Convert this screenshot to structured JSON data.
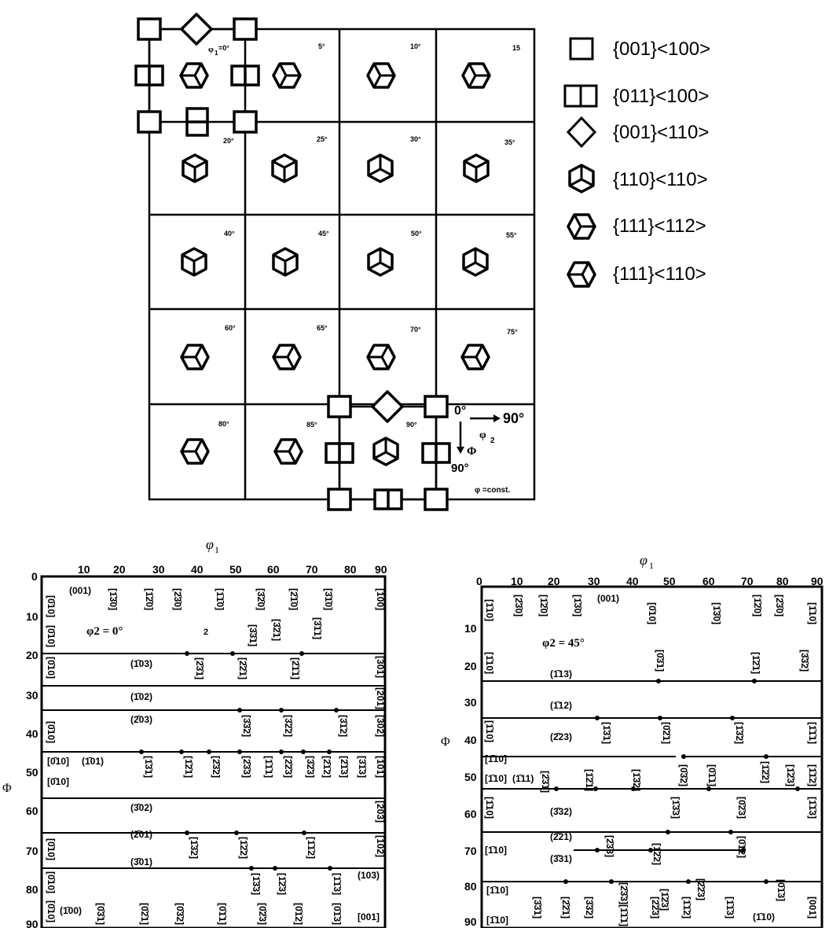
{
  "odf_grid": {
    "phi1_label": "φ",
    "phi1_sub": "1",
    "phi1_value": "=0°",
    "cells": [
      [
        "",
        "5°",
        "10°",
        "15"
      ],
      [
        "20°",
        "25°",
        "30°",
        "35°"
      ],
      [
        "40°",
        "45°",
        "50°",
        "55°"
      ],
      [
        "60°",
        "65°",
        "70°",
        "75°"
      ],
      [
        "80°",
        "85°",
        "90°",
        ""
      ]
    ],
    "axes": {
      "phi2_start": "0°",
      "phi2_end": "90°",
      "phi2_label": "φ",
      "phi2_sub": "2",
      "Phi_label": "Φ",
      "Phi_end": "90°",
      "const": "φ =const."
    }
  },
  "legend": [
    {
      "icon": "square-icon",
      "label": "{001}<100>"
    },
    {
      "icon": "split-square-icon",
      "label": "{011}<100>"
    },
    {
      "icon": "diamond-icon",
      "label": "{001}<110>"
    },
    {
      "icon": "cube-110-icon",
      "label": "{110}<110>"
    },
    {
      "icon": "cube-112-icon",
      "label": "{111}<112>"
    },
    {
      "icon": "cube-111-icon",
      "label": "{111}<110>"
    }
  ],
  "fibre_charts": [
    {
      "x_title": "φ",
      "x_sub": "1",
      "y_title": "Φ",
      "x_ticks": [
        "0",
        "10",
        "20",
        "30",
        "40",
        "50",
        "60",
        "70",
        "80",
        "90"
      ],
      "y_ticks": [
        "0",
        "10",
        "20",
        "30",
        "40",
        "50",
        "60",
        "70",
        "80",
        "90"
      ],
      "section": "φ2 = 0°",
      "labels": [
        "[0̄10]",
        "(001)",
        "[1̄3̄0]",
        "[1̄2̄0]",
        "[2̄3̄0]",
        "[1̄1̄0]",
        "[3̄2̄0]",
        "[2̄1̄0]",
        "[3̄1̄0]",
        "[100]",
        "[0̄10]",
        "[3̄3̄1]",
        "[3̄2̄1]",
        "[3̄1̄1]",
        "2",
        "[0̄10]",
        "(1̄03)",
        "[2̄3̄1]",
        "[2̄2̄1]",
        "[2̄1̄1]",
        "[301]",
        "(1̄02)",
        "[201]",
        "[0̄10]",
        "(2̄03)",
        "[3̄3̄2]",
        "[3̄2̄2]",
        "[3̄1̄2]",
        "[302]",
        "[0̄10]",
        "(1̄01)",
        "[1̄3̄1]",
        "[1̄2̄1]",
        "[2̄3̄2]",
        "[2̄3̄3]",
        "[1̄1̄1]",
        "[2̄2̄3]",
        "[3̄2̄3]",
        "[2̄1̄2]",
        "[2̄1̄3]",
        "[3̄1̄3]",
        "[101]",
        "[0̄10]",
        "(3̄02)",
        "[203]",
        "[0̄10]",
        "(2̄01)",
        "[1̄3̄2]",
        "[1̄2̄2]",
        "[1̄1̄2]",
        "[102]",
        "[0̄10]",
        "(3̄01)",
        "[1̄3̄3]",
        "[1̄2̄3]",
        "[1̄1̄3]",
        "(103)",
        "[0̄10]",
        "(1̄00)",
        "[0̄3̄1]",
        "[0̄2̄1]",
        "[0̄3̄2]",
        "[0̄1̄1]",
        "[0̄2̄3]",
        "[0̄1̄2]",
        "[0̄1̄3]",
        "[001]"
      ]
    },
    {
      "x_title": "φ",
      "x_sub": "1",
      "y_title": "Φ",
      "x_ticks": [
        "0",
        "10",
        "20",
        "30",
        "40",
        "50",
        "60",
        "70",
        "80",
        "90"
      ],
      "y_ticks": [
        "10",
        "20",
        "30",
        "40",
        "50",
        "60",
        "70",
        "80",
        "90"
      ],
      "section": "φ2 = 45°",
      "labels": [
        "[1̄10]",
        "[2̄3̄0]",
        "[1̄2̄0]",
        "[1̄3̄0]",
        "(001)",
        "[0̄10]",
        "[1̄3̄0]",
        "[1̄2̄0]",
        "[2̄3̄0]",
        "[1̄10]",
        "[1̄10]",
        "(1̄13)",
        "[0̄3̄1]",
        "[1̄2̄1]",
        "[3̄3̄2]",
        "(1̄12)",
        "[1̄10]",
        "(2̄23)",
        "[1̄3̄1]",
        "[0̄2̄1]",
        "[1̄3̄2]",
        "[1̄1̄1]",
        "[1̄10]",
        "[1̄10]",
        "(1̄11)",
        "[2̄3̄1]",
        "[1̄2̄1]",
        "[1̄3̄2]",
        "[0̄3̄2]",
        "[0̄1̄1]",
        "[1̄2̄2]",
        "[1̄2̄3]",
        "[1̄1̄2]",
        "[1̄10]",
        "(3̄32)",
        "[1̄3̄3]",
        "[0̄2̄3]",
        "[1̄1̄3]",
        "(2̄21)",
        "[2̄3̄3]",
        "[1̄10]",
        "(3̄31)",
        "[1̄2̄2]",
        "[0̄1̄2]",
        "[1̄10]",
        "[2̄3̄3]",
        "[2̄2̄3]",
        "[1̄2̄3]",
        "[0̄1̄3]",
        "[1̄10]",
        "[3̄3̄1]",
        "[2̄2̄1]",
        "[3̄3̄2]",
        "[1̄1̄1]",
        "[2̄2̄3]",
        "[1̄1̄2]",
        "[1̄1̄3]",
        "(1̄10)",
        "[001]"
      ]
    }
  ]
}
